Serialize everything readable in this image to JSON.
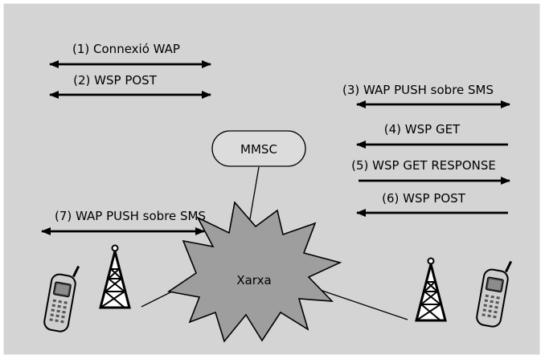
{
  "colors": {
    "background": "#d4d4d4",
    "frame": "#ffffff",
    "line": "#000000",
    "cloud_fill": "#9e9e9e",
    "node_fill": "#dcdcdc"
  },
  "labels": {
    "step1": "(1) Connexió WAP",
    "step2": "(2) WSP POST",
    "step3": "(3) WAP PUSH sobre SMS",
    "step4": "(4) WSP GET",
    "step5": "(5) WSP GET RESPONSE",
    "step6": "(6) WSP POST",
    "step7": "(7) WAP PUSH sobre SMS"
  },
  "nodes": {
    "mmsc": "MMSC",
    "network": "Xarxa"
  },
  "icons": {
    "sender_phone": "mobile-phone-icon",
    "receiver_phone": "mobile-phone-icon",
    "left_antenna": "antenna-tower-icon",
    "right_antenna": "antenna-tower-icon"
  }
}
